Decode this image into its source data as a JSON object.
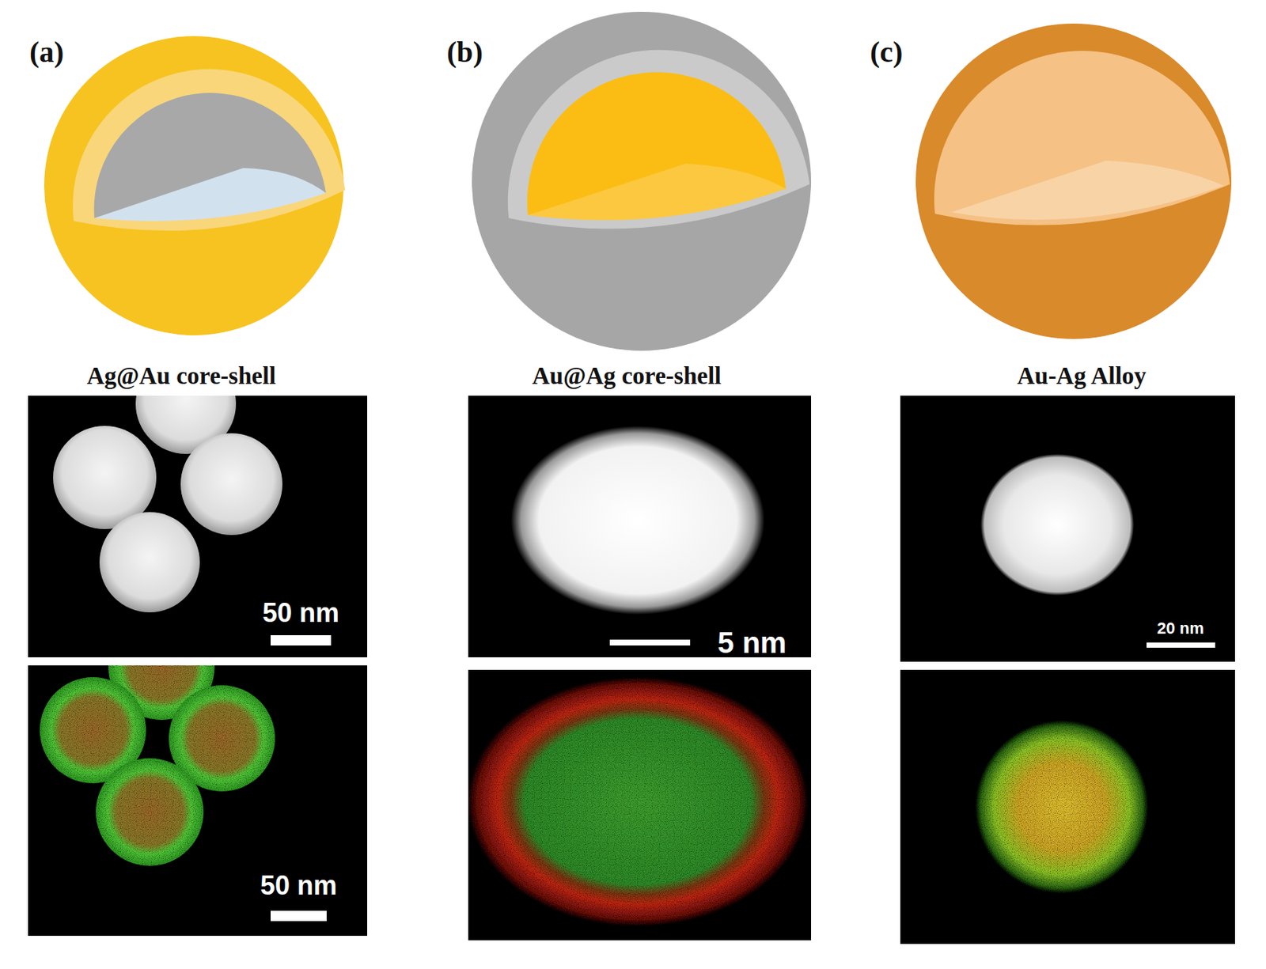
{
  "diagram": {
    "labels": [
      "(a)",
      "(b)",
      "(c)",
      "Ag@Au core-shell",
      "Au@Ag core-shell",
      "Au-Ag Alloy",
      "50 nm",
      "5 nm",
      "20 nm",
      "50 nm"
    ]
  }
}
